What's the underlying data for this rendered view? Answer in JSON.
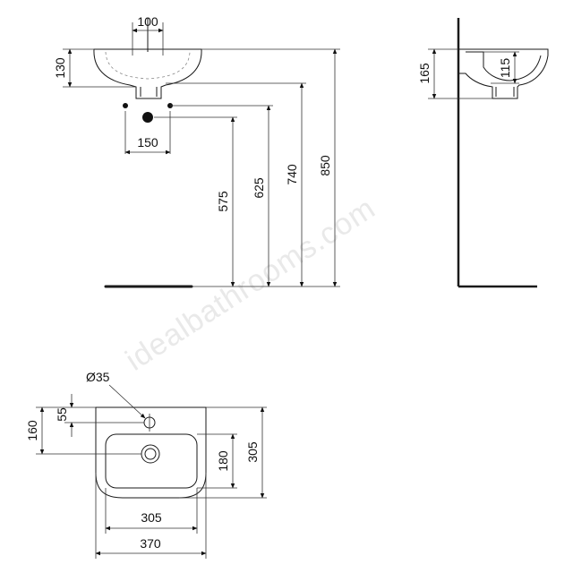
{
  "watermark": "idealbathrooms.com",
  "front_view": {
    "dims": {
      "tap_width": "100",
      "basin_height": "130",
      "fixing_spacing": "150",
      "waste_height": "575",
      "fixing_height": "625",
      "basin_height_floor": "740",
      "overall_height": "850"
    }
  },
  "side_view": {
    "dims": {
      "outer_depth": "165",
      "inner_depth": "115"
    }
  },
  "plan_view": {
    "dims": {
      "tap_hole_diameter": "Ø35",
      "tap_hole_offset": "55",
      "waste_offset": "160",
      "bowl_depth": "180",
      "overall_depth": "305",
      "bowl_width": "305",
      "overall_width": "370"
    }
  }
}
